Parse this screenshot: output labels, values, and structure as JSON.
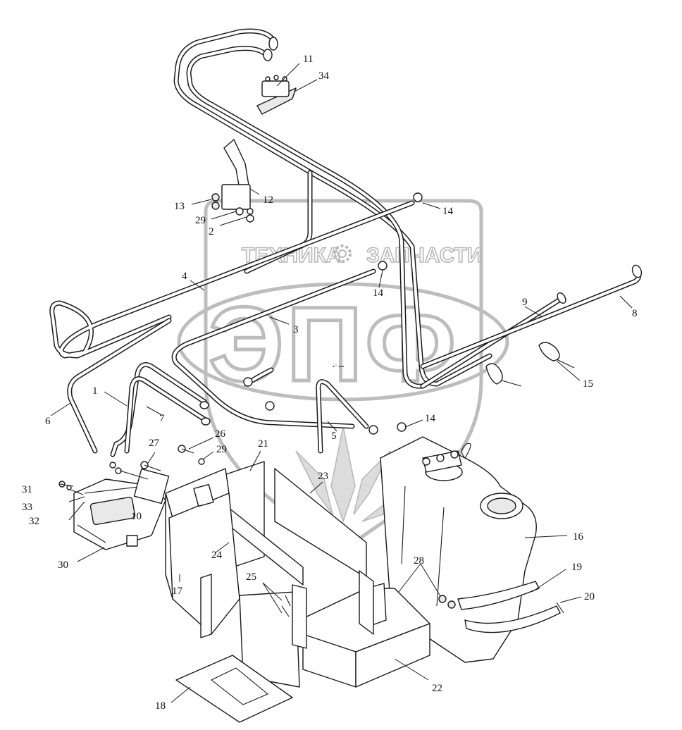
{
  "watermark": {
    "line1_left": "ТЕХНИКА",
    "line1_right": "ЗАПЧАСТИ",
    "logo": "ЭПФ",
    "gear_icon": "gear-icon",
    "tiny_text": "•\" •••",
    "colors": {
      "watermark": "#b8b8b8",
      "ink": "#1a1a1a",
      "paper": "#ffffff"
    }
  },
  "callouts": [
    {
      "id": "11",
      "label": "11"
    },
    {
      "id": "34",
      "label": "34"
    },
    {
      "id": "12",
      "label": "12"
    },
    {
      "id": "13",
      "label": "13"
    },
    {
      "id": "29a",
      "label": "29"
    },
    {
      "id": "2",
      "label": "2"
    },
    {
      "id": "14a",
      "label": "14"
    },
    {
      "id": "14b",
      "label": "14"
    },
    {
      "id": "14c",
      "label": "14"
    },
    {
      "id": "4",
      "label": "4"
    },
    {
      "id": "3",
      "label": "3"
    },
    {
      "id": "9",
      "label": "9"
    },
    {
      "id": "8",
      "label": "8"
    },
    {
      "id": "15",
      "label": "15"
    },
    {
      "id": "1",
      "label": "1"
    },
    {
      "id": "6",
      "label": "6"
    },
    {
      "id": "7",
      "label": "7"
    },
    {
      "id": "5",
      "label": "5"
    },
    {
      "id": "26",
      "label": "26"
    },
    {
      "id": "29b",
      "label": "29"
    },
    {
      "id": "27",
      "label": "27"
    },
    {
      "id": "21",
      "label": "21"
    },
    {
      "id": "23",
      "label": "23"
    },
    {
      "id": "31",
      "label": "31"
    },
    {
      "id": "33",
      "label": "33"
    },
    {
      "id": "32",
      "label": "32"
    },
    {
      "id": "10",
      "label": "10"
    },
    {
      "id": "30",
      "label": "30"
    },
    {
      "id": "16",
      "label": "16"
    },
    {
      "id": "24",
      "label": "24"
    },
    {
      "id": "17",
      "label": "17"
    },
    {
      "id": "28",
      "label": "28"
    },
    {
      "id": "19",
      "label": "19"
    },
    {
      "id": "20",
      "label": "20"
    },
    {
      "id": "25",
      "label": "25"
    },
    {
      "id": "22",
      "label": "22"
    },
    {
      "id": "18",
      "label": "18"
    }
  ]
}
